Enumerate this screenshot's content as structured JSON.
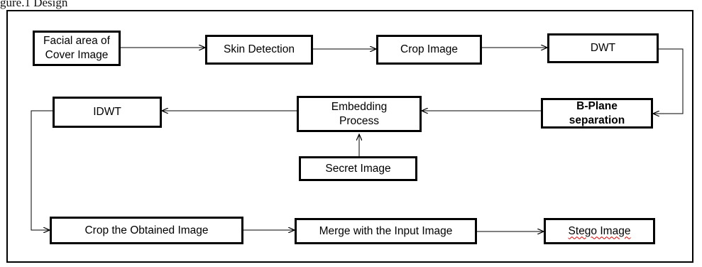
{
  "caption": "gure.1 Design",
  "nodes": {
    "facial_area": "Facial area of\nCover Image",
    "skin_detection": "Skin Detection",
    "crop_image": "Crop Image",
    "dwt": "DWT",
    "b_plane": "B-Plane\nseparation",
    "embedding": "Embedding\nProcess",
    "idwt": "IDWT",
    "secret_image": "Secret Image",
    "crop_obtained": "Crop the Obtained Image",
    "merge": "Merge with the Input Image",
    "stego": "Stego Image"
  },
  "colors": {
    "stroke": "#000000",
    "spellcheck": "#d00000"
  }
}
